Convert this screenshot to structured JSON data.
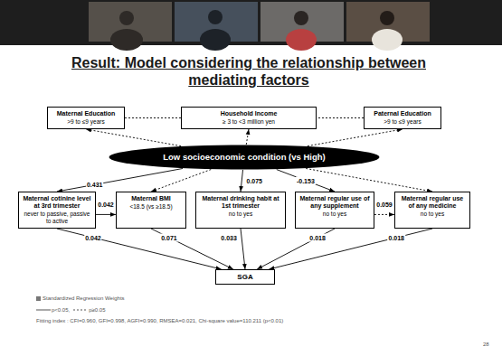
{
  "diagram": {
    "title": "Result: Model considering the relationship between mediating factors",
    "nodes": [
      {
        "text": [
          "Maternal Education",
          ">9 to ≤9 years"
        ]
      },
      {
        "text": [
          "Household Income",
          "≥ 3 to <3 million yen"
        ]
      },
      {
        "text": [
          "Paternal Education",
          ">9 to ≤9 years"
        ]
      },
      {
        "text": [
          "Low socioeconomic condition (vs High)"
        ]
      },
      {
        "text": [
          "Maternal cotinine level at 3rd trimester",
          "never to passive, passive to active"
        ]
      },
      {
        "text": [
          "Maternal BMI",
          "<18.5 (vs ≥18.5)"
        ]
      },
      {
        "text": [
          "Maternal drinking habit at 1st trimester",
          "no to yes"
        ]
      },
      {
        "text": [
          "Maternal regular use of any supplement",
          "no to yes"
        ]
      },
      {
        "text": [
          "Maternal regular use of any medicine",
          "no to yes"
        ]
      },
      {
        "text": [
          "SGA"
        ]
      }
    ],
    "edges": [
      {
        "from": 3,
        "to": 0,
        "arrow": "to"
      },
      {
        "from": 3,
        "to": 1,
        "arrow": "to"
      },
      {
        "from": 3,
        "to": 2,
        "arrow": "to"
      },
      {
        "from": 0,
        "to": 1,
        "arrow": "none"
      },
      {
        "from": 2,
        "to": 1,
        "arrow": "none"
      },
      {
        "from": 3,
        "to": 4,
        "label": "0.431",
        "arrow": "to"
      },
      {
        "from": 3,
        "to": 5,
        "arrow": "to"
      },
      {
        "from": 3,
        "to": 6,
        "label": "0.075",
        "arrow": "to"
      },
      {
        "from": 3,
        "to": 7,
        "label": "-0.153",
        "arrow": "to"
      },
      {
        "from": 3,
        "to": 8,
        "arrow": "to"
      },
      {
        "from": 4,
        "to": 5,
        "label": "0.042",
        "arrow": "to"
      },
      {
        "from": 7,
        "to": 8,
        "label": "0.059",
        "arrow": "to"
      },
      {
        "from": 4,
        "to": 9,
        "label": "0.042",
        "arrow": "to"
      },
      {
        "from": 5,
        "to": 9,
        "label": "0.071",
        "arrow": "to"
      },
      {
        "from": 6,
        "to": 9,
        "label": "0.033",
        "arrow": "to"
      },
      {
        "from": 7,
        "to": 9,
        "label": "0.018",
        "arrow": "to"
      },
      {
        "from": 8,
        "to": 9,
        "label": "0.018",
        "arrow": "to"
      }
    ],
    "labels": [
      "Standardized Regression Weights",
      "Fitting index : CFI=0.960, GFI=0.998, AGFI=0.990, RMSEA=0.021, Chi-square value=110.211 (p<0.01)",
      "28"
    ],
    "legend": [
      {
        "text": "p<0.05,"
      },
      {
        "text": "p≥0.05"
      }
    ]
  }
}
